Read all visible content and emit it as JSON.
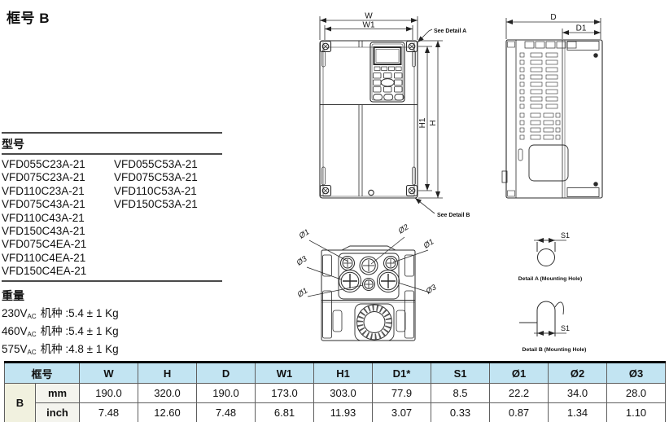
{
  "page_title": "框号 B",
  "models": {
    "heading": "型号",
    "col1": [
      "VFD055C23A-21",
      "VFD075C23A-21",
      "VFD110C23A-21",
      "VFD075C43A-21",
      "VFD110C43A-21",
      "VFD150C43A-21",
      "VFD075C4EA-21",
      "VFD110C4EA-21",
      "VFD150C4EA-21"
    ],
    "col2": [
      "VFD055C53A-21",
      "VFD075C53A-21",
      "VFD110C53A-21",
      "VFD150C53A-21"
    ]
  },
  "weight": {
    "heading": "重量",
    "rows": [
      {
        "voltage": "230V",
        "voltage_sub": "AC",
        "text": "机种 :5.4 ± 1 Kg"
      },
      {
        "voltage": "460V",
        "voltage_sub": "AC",
        "text": "机种 :5.4 ± 1 Kg"
      },
      {
        "voltage": "575V",
        "voltage_sub": "AC",
        "text": "机种 :4.8 ± 1 Kg"
      }
    ]
  },
  "drawing": {
    "dim_w": "W",
    "dim_w1": "W1",
    "dim_h": "H",
    "dim_h1": "H1",
    "dim_d": "D",
    "dim_d1": "D1",
    "dim_s1": "S1",
    "dia1": "Ø1",
    "dia2": "Ø2",
    "dia3": "Ø3",
    "see_detail_a": "See Detail A",
    "see_detail_b": "See Detail B",
    "detail_a_caption": "Detail A (Mounting Hole)",
    "detail_b_caption": "Detail B (Mounting Hole)"
  },
  "table": {
    "frame_header": "框号",
    "frame_label": "B",
    "columns": [
      "W",
      "H",
      "D",
      "W1",
      "H1",
      "D1*",
      "S1",
      "Ø1",
      "Ø2",
      "Ø3"
    ],
    "rows": [
      {
        "unit": "mm",
        "values": [
          "190.0",
          "320.0",
          "190.0",
          "173.0",
          "303.0",
          "77.9",
          "8.5",
          "22.2",
          "34.0",
          "28.0"
        ]
      },
      {
        "unit": "inch",
        "values": [
          "7.48",
          "12.60",
          "7.48",
          "6.81",
          "11.93",
          "3.07",
          "0.33",
          "0.87",
          "1.34",
          "1.10"
        ]
      }
    ]
  },
  "colors": {
    "table_header_bg": "#c2e4f2",
    "frame_cell_bg": "#f1f1df",
    "unit_cell_bg": "#f4f4ee",
    "line_color": "#2b2b2b"
  }
}
